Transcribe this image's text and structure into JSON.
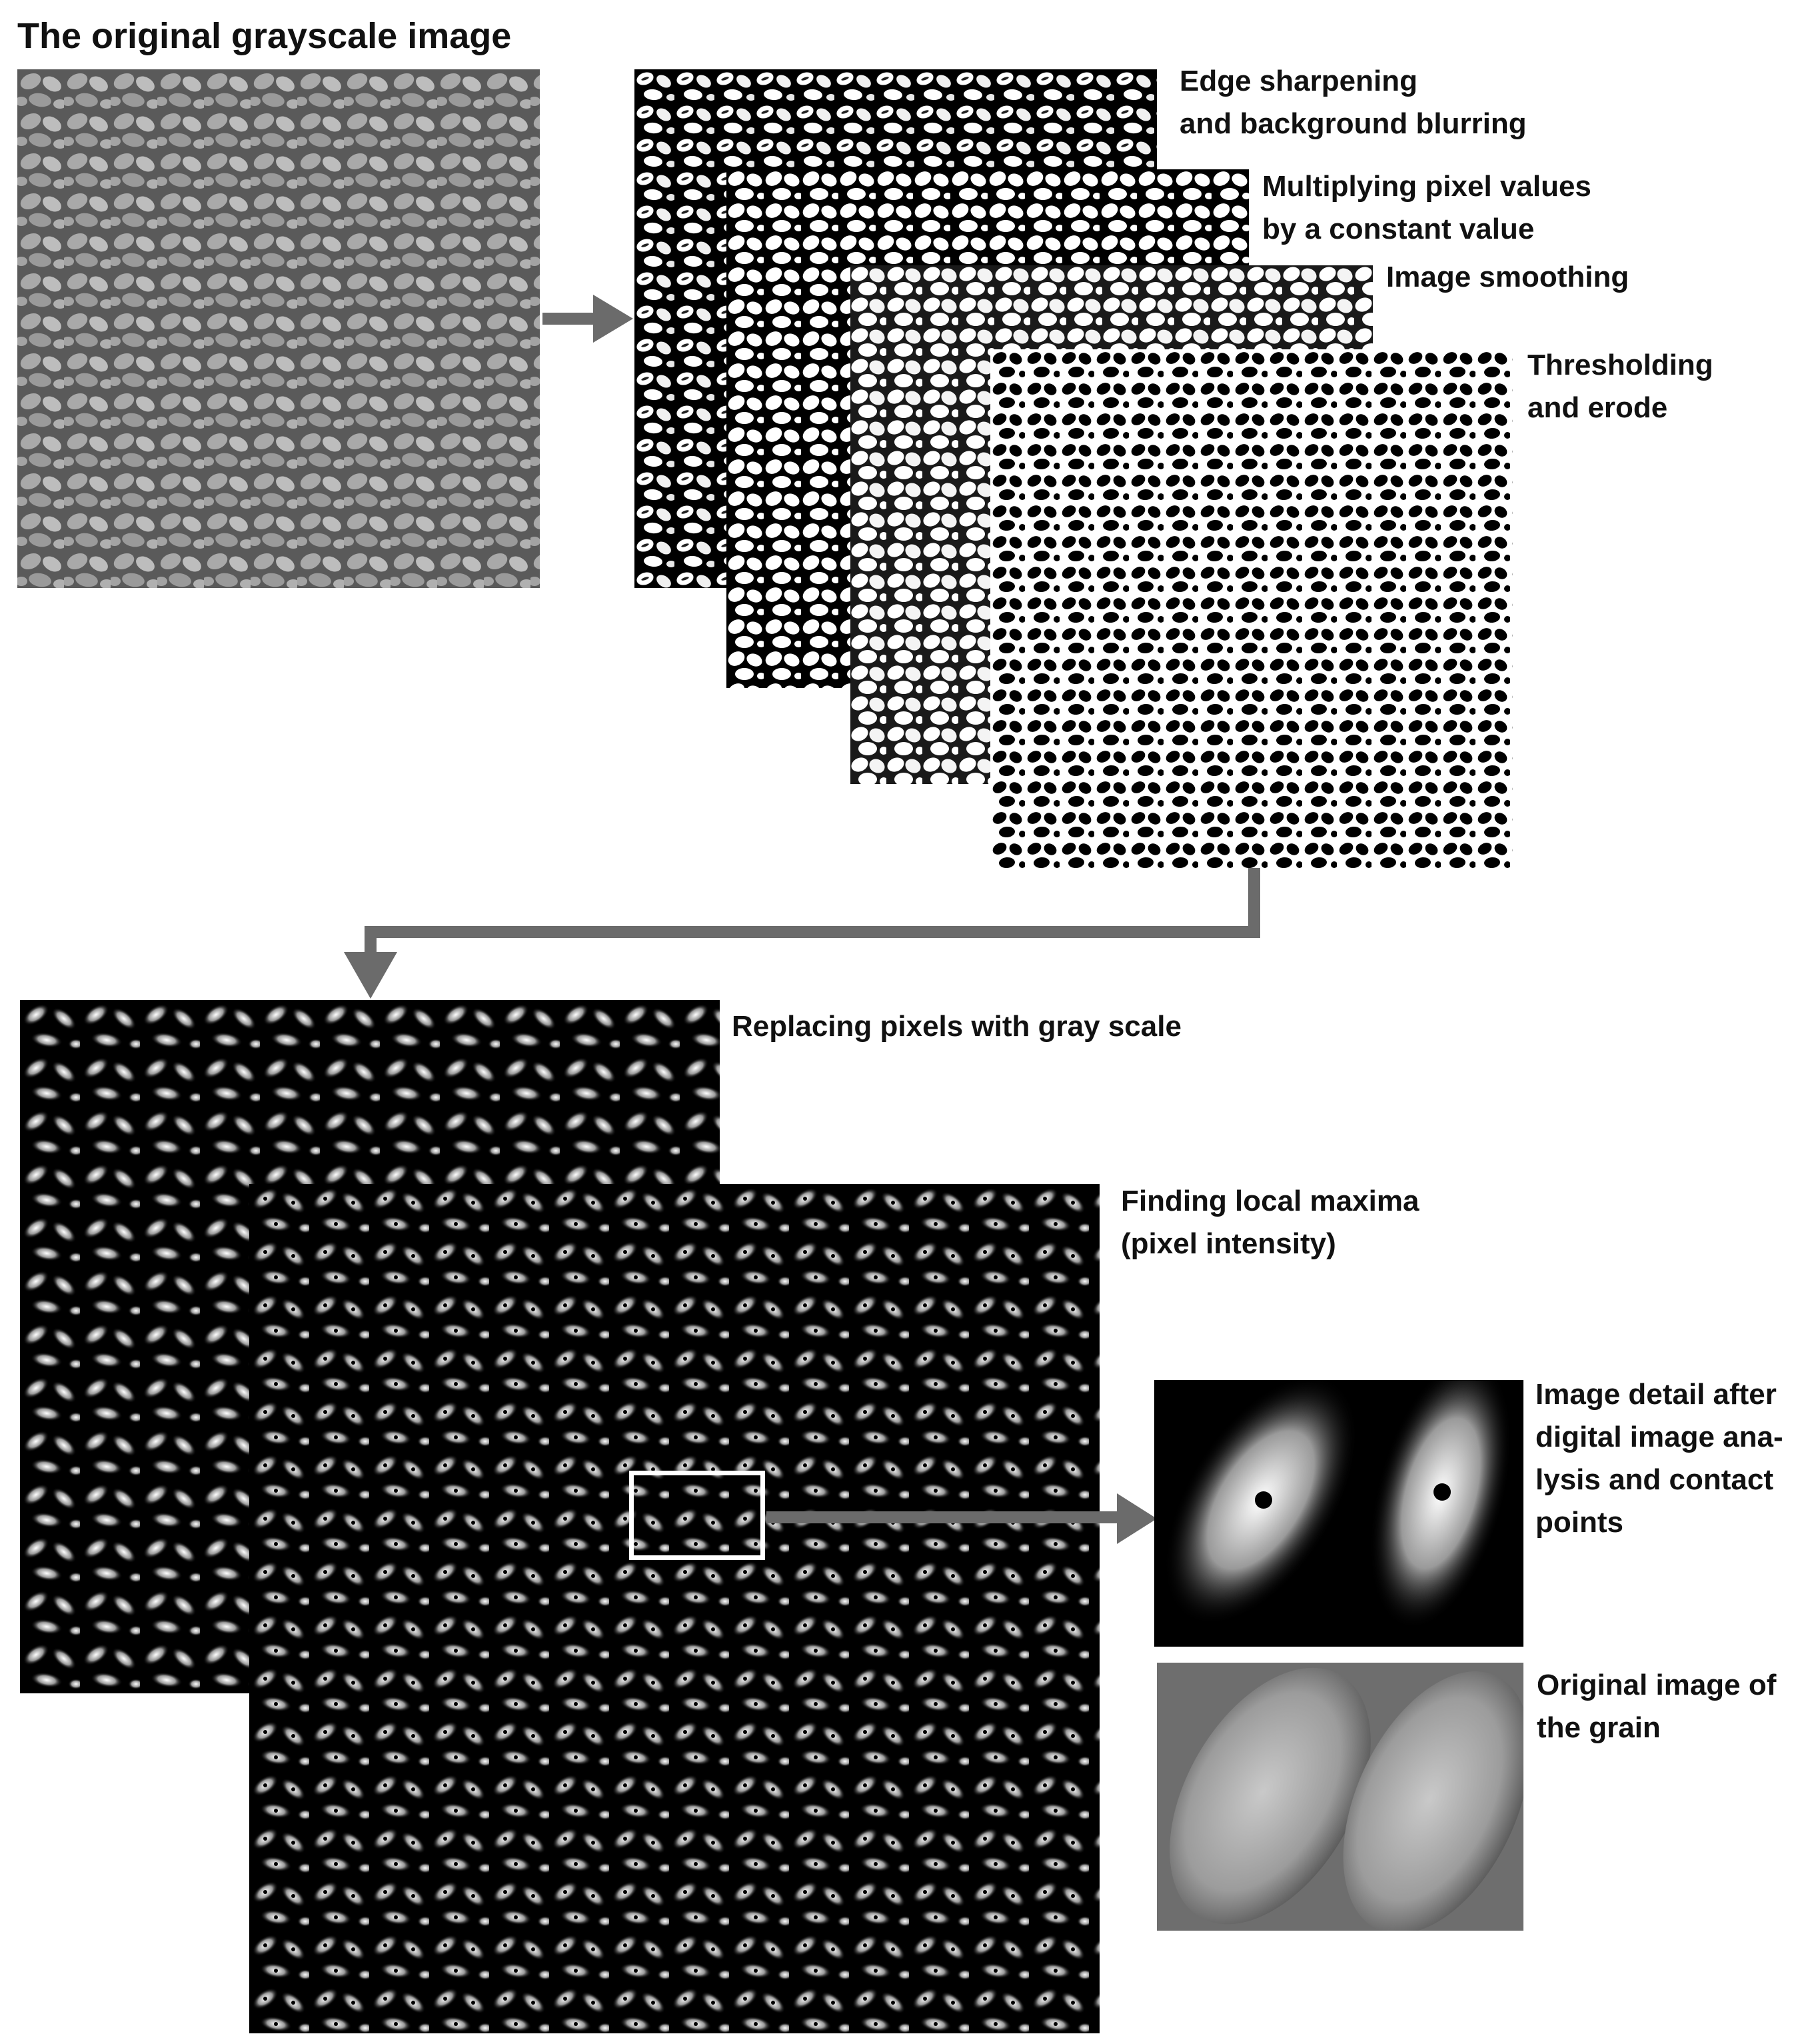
{
  "title": "The original grayscale image",
  "steps": {
    "edge": "Edge sharpening\nand background blurring",
    "multiply": "Multiplying pixel values\nby a constant value",
    "smooth": "Image smoothing",
    "threshold": "Thresholding\nand erode",
    "grayscale": "Replacing pixels with gray scale",
    "maxima": "Finding local maxima\n(pixel intensity)",
    "detail": "Image detail after\ndigital image ana-\nlysis and contact\npoints",
    "original_grain": "Original image of\nthe grain"
  },
  "colors": {
    "arrow": "#6b6b6b",
    "label": "#111111",
    "highlight_box": "#ffffff"
  }
}
